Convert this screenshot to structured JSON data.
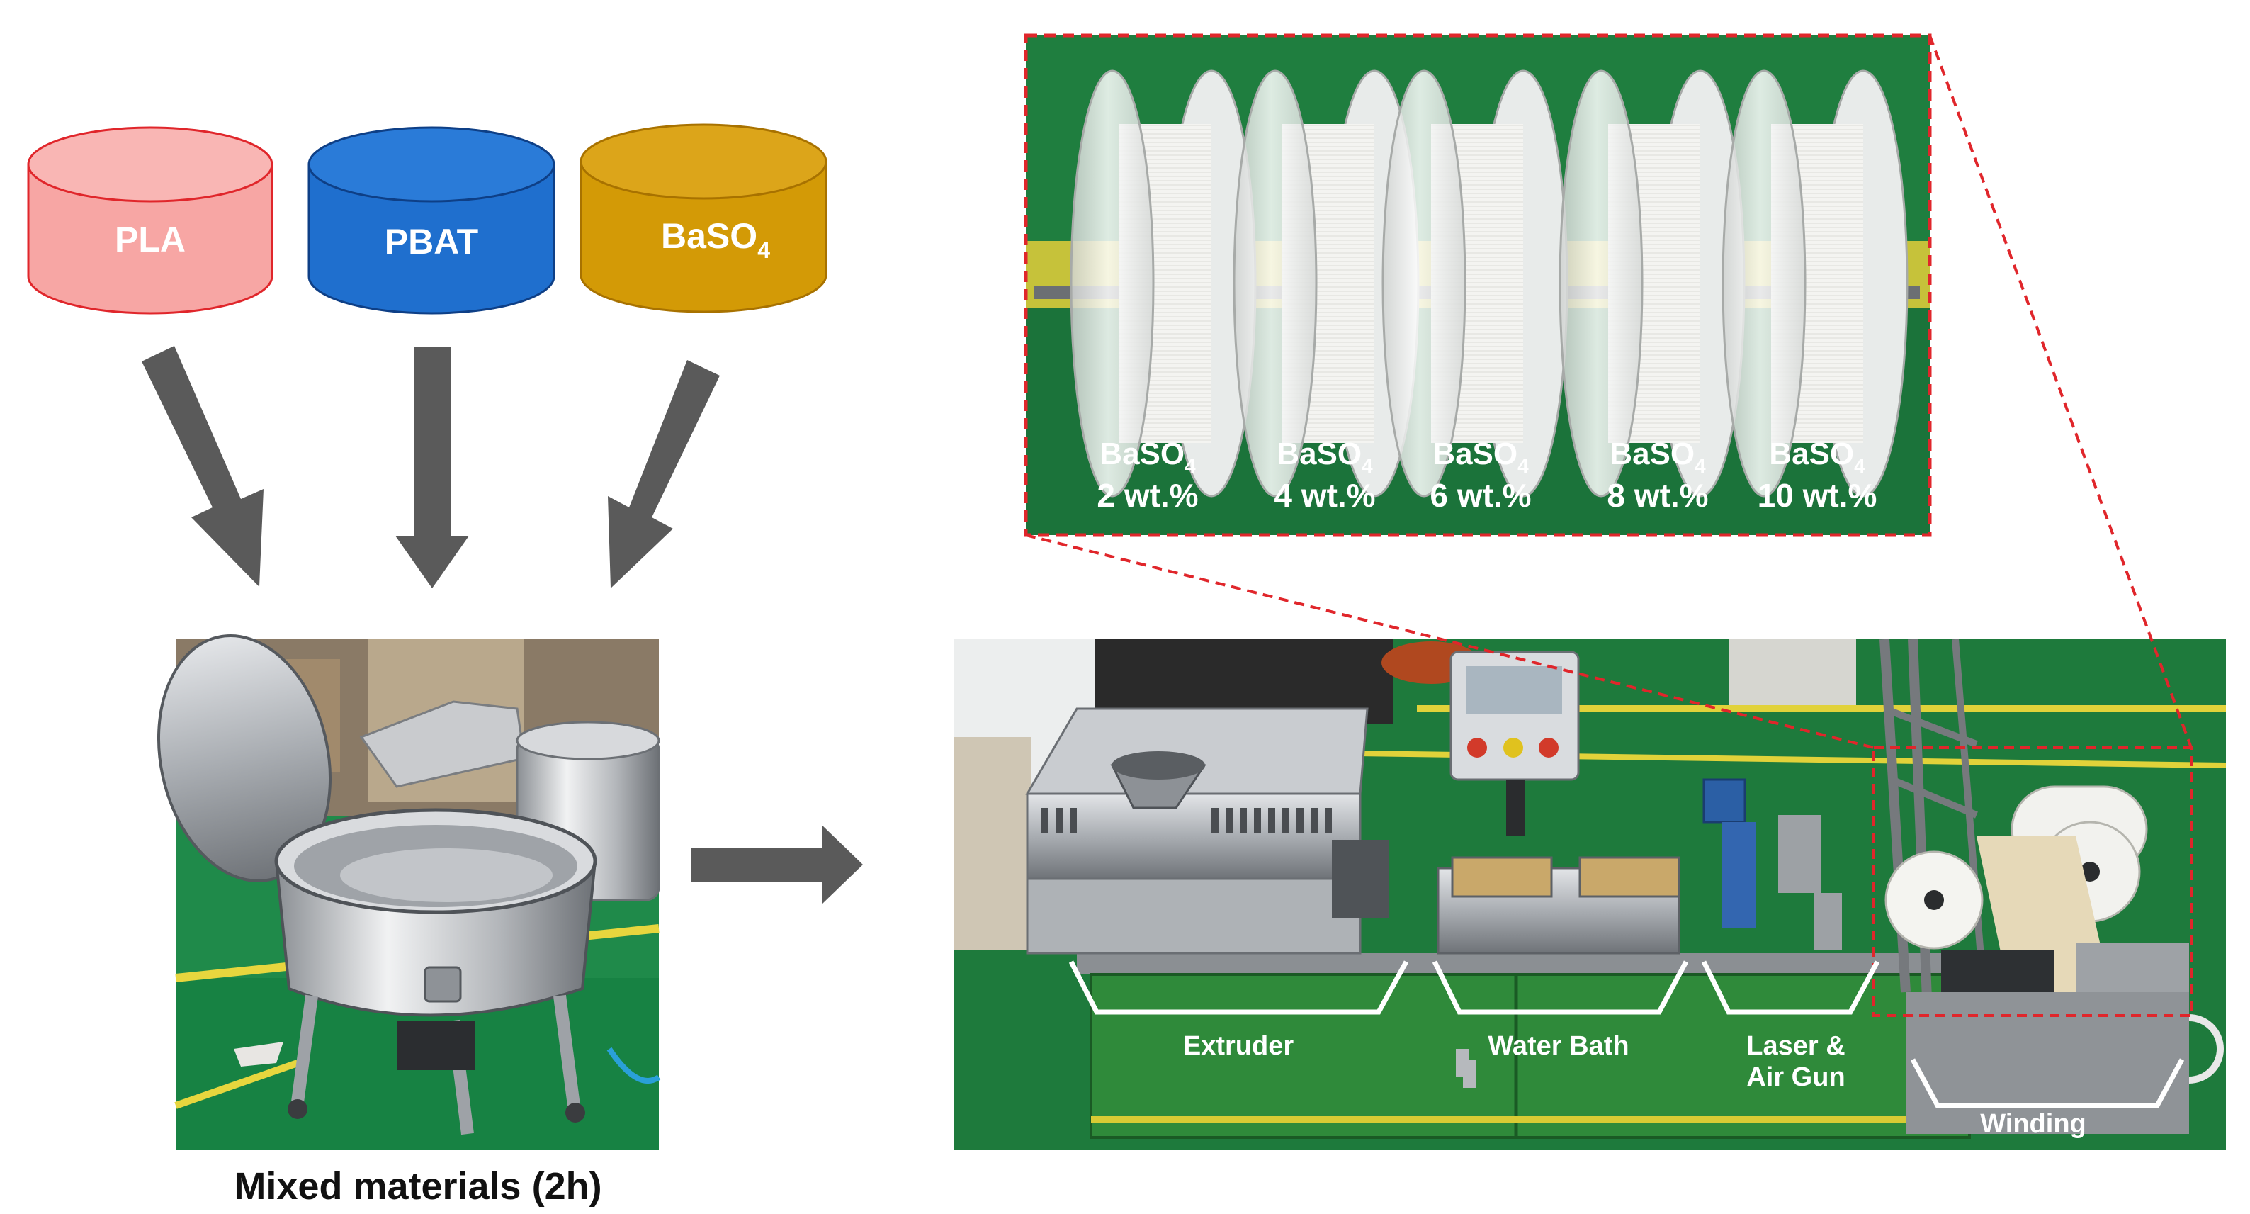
{
  "materials": [
    {
      "label": "PLA",
      "color": "#f7a6a4",
      "edge": "#e0262b",
      "text_color": "#ffffff"
    },
    {
      "label": "PBAT",
      "color": "#1f6fce",
      "edge": "#0e3f86",
      "text_color": "#ffffff"
    },
    {
      "label": "BaSO",
      "sub": "4",
      "color": "#d39a06",
      "edge": "#a87200",
      "text_color": "#ffffff"
    }
  ],
  "mixer_caption": "Mixed materials (2h)",
  "spools": [
    {
      "line1": "BaSO",
      "sub": "4",
      "line2": "2 wt.%"
    },
    {
      "line1": "BaSO",
      "sub": "4",
      "line2": "4 wt.%"
    },
    {
      "line1": "BaSO",
      "sub": "4",
      "line2": "6 wt.%"
    },
    {
      "line1": "BaSO",
      "sub": "4",
      "line2": "8 wt.%"
    },
    {
      "line1": "BaSO",
      "sub": "4",
      "line2": "10 wt.%"
    }
  ],
  "stations": [
    {
      "label": "Extruder"
    },
    {
      "label": "Water Bath"
    },
    {
      "label": "Laser &",
      "label2": "Air Gun"
    },
    {
      "label": "Winding"
    }
  ],
  "colors": {
    "arrow": "#5a5a5a",
    "dashed_zoom": "#e0262b",
    "floor_green": "#1d7a3c",
    "machine_steel": "#b9bcc0",
    "machine_green": "#2f8a3a"
  }
}
